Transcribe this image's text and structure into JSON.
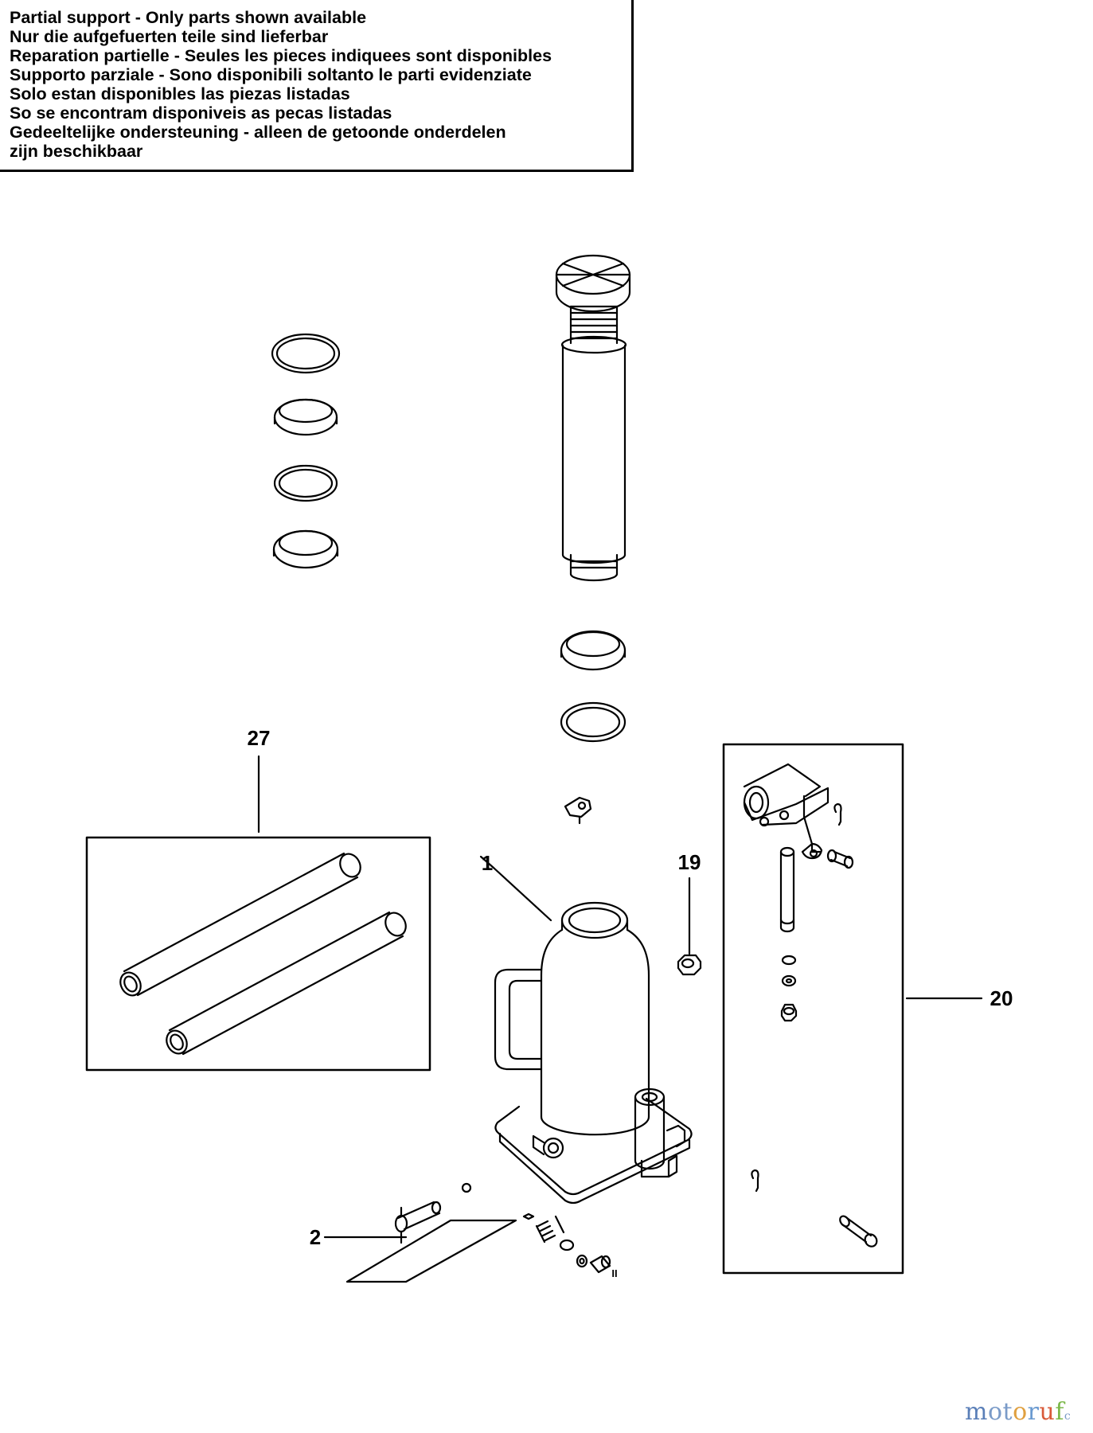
{
  "notice": {
    "lines": [
      "Partial support - Only parts shown available",
      "Nur die aufgefuerten teile sind lieferbar",
      "Reparation partielle - Seules les pieces indiquees sont disponibles",
      "Supporto parziale - Sono disponibili soltanto le parti evidenziate",
      "Solo estan disponibles las piezas listadas",
      "So se encontram disponiveis as pecas listadas",
      "Gedeeltelijke ondersteuning - alleen de getoonde onderdelen",
      "zijn beschikbaar"
    ]
  },
  "callouts": {
    "part_27": "27",
    "part_1": "1",
    "part_19": "19",
    "part_20": "20",
    "part_2": "2",
    "small_mark": "II"
  },
  "watermark": {
    "letters": [
      "m",
      "o",
      "t",
      "o",
      "r",
      "u",
      "f",
      "c"
    ]
  },
  "colors": {
    "line": "#000000",
    "background": "#ffffff"
  }
}
